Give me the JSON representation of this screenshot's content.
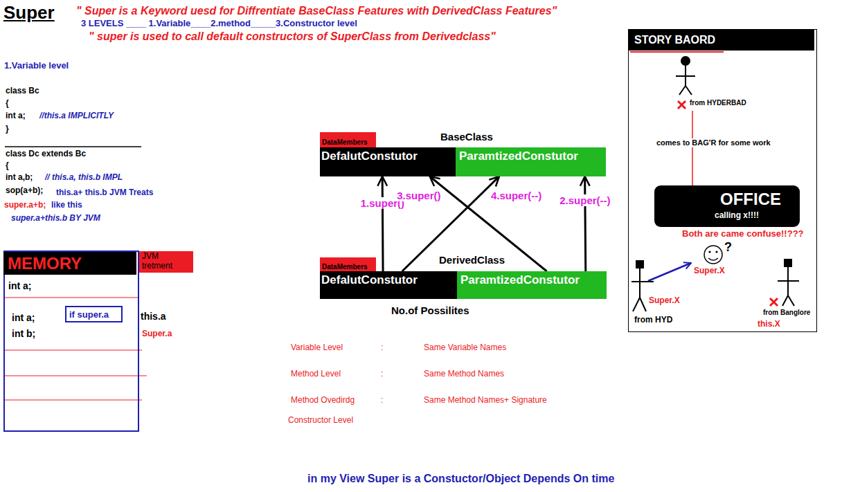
{
  "diagram": {
    "title": "Super",
    "nodes": [
      {
        "text": [
          "MEMORY",
          "int a;",
          "int a;",
          "int b;"
        ]
      },
      {
        "text": [
          "if super.a"
        ],
        "in": 0
      },
      {
        "text": [
          "JVM tretment"
        ]
      },
      {
        "text": [
          "DataMembers"
        ]
      },
      {
        "text": [
          "DefalutConstutor"
        ]
      },
      {
        "text": [
          "ParamtizedConstutor"
        ]
      },
      {
        "text": [
          "DataMembers"
        ]
      },
      {
        "text": [
          "DefalutConstutor"
        ]
      },
      {
        "text": [
          "ParamtizedConstutor"
        ]
      },
      {
        "text": [
          "STORY BAORD",
          "from HYDERBAD",
          "comes to BAG'R for some work",
          "Both are came confuse!!???",
          "?",
          "Super.X",
          "Super.X",
          "from HYD",
          "from Banglore",
          "this.X"
        ]
      },
      {
        "text": [
          "OFFICE",
          "calling x!!!!"
        ],
        "in": 9
      }
    ],
    "edges": [
      {
        "from": 7,
        "to": 4,
        "label": "1.super()",
        "arrow": "to"
      },
      {
        "from": 8,
        "to": 5,
        "label": "2.super(--)",
        "arrow": "to"
      },
      {
        "from": 8,
        "to": 4,
        "label": "3.super()",
        "arrow": "to"
      },
      {
        "from": 7,
        "to": 5,
        "label": "4.super(--)",
        "arrow": "to"
      }
    ],
    "labels": [
      "\" Super is a Keyword uesd for Diffrentiate BaseClass Features with DerivedClass Features\"",
      "3 LEVELS ____ 1.Variable____2.method_____3.Constructor level",
      "\" super is used to call default constructors of SuperClass from Derivedclass\"",
      "1.Variable level",
      "class Bc",
      "{",
      "int a;",
      "//this.a IMPLICITLY",
      "}",
      "class Dc extends Bc",
      "{",
      "int a,b;",
      "// this.a, this.b IMPL",
      "sop(a+b);",
      "this.a+ this.b JVM Treats",
      "super.a+b;",
      "like this",
      "super.a+this.b BY JVM",
      "BaseClass",
      "DerivedClass",
      "No.of Possilites",
      "this.a",
      "Super.a",
      "Variable Level",
      ":",
      "Same Variable Names",
      "Method Level",
      ":",
      "Same Method Names",
      "Method Ovedirdg",
      ":",
      "Same Method Names+ Signature",
      "Constructor Level",
      "in my View Super is a Constuctor/Object Depends On time"
    ]
  }
}
